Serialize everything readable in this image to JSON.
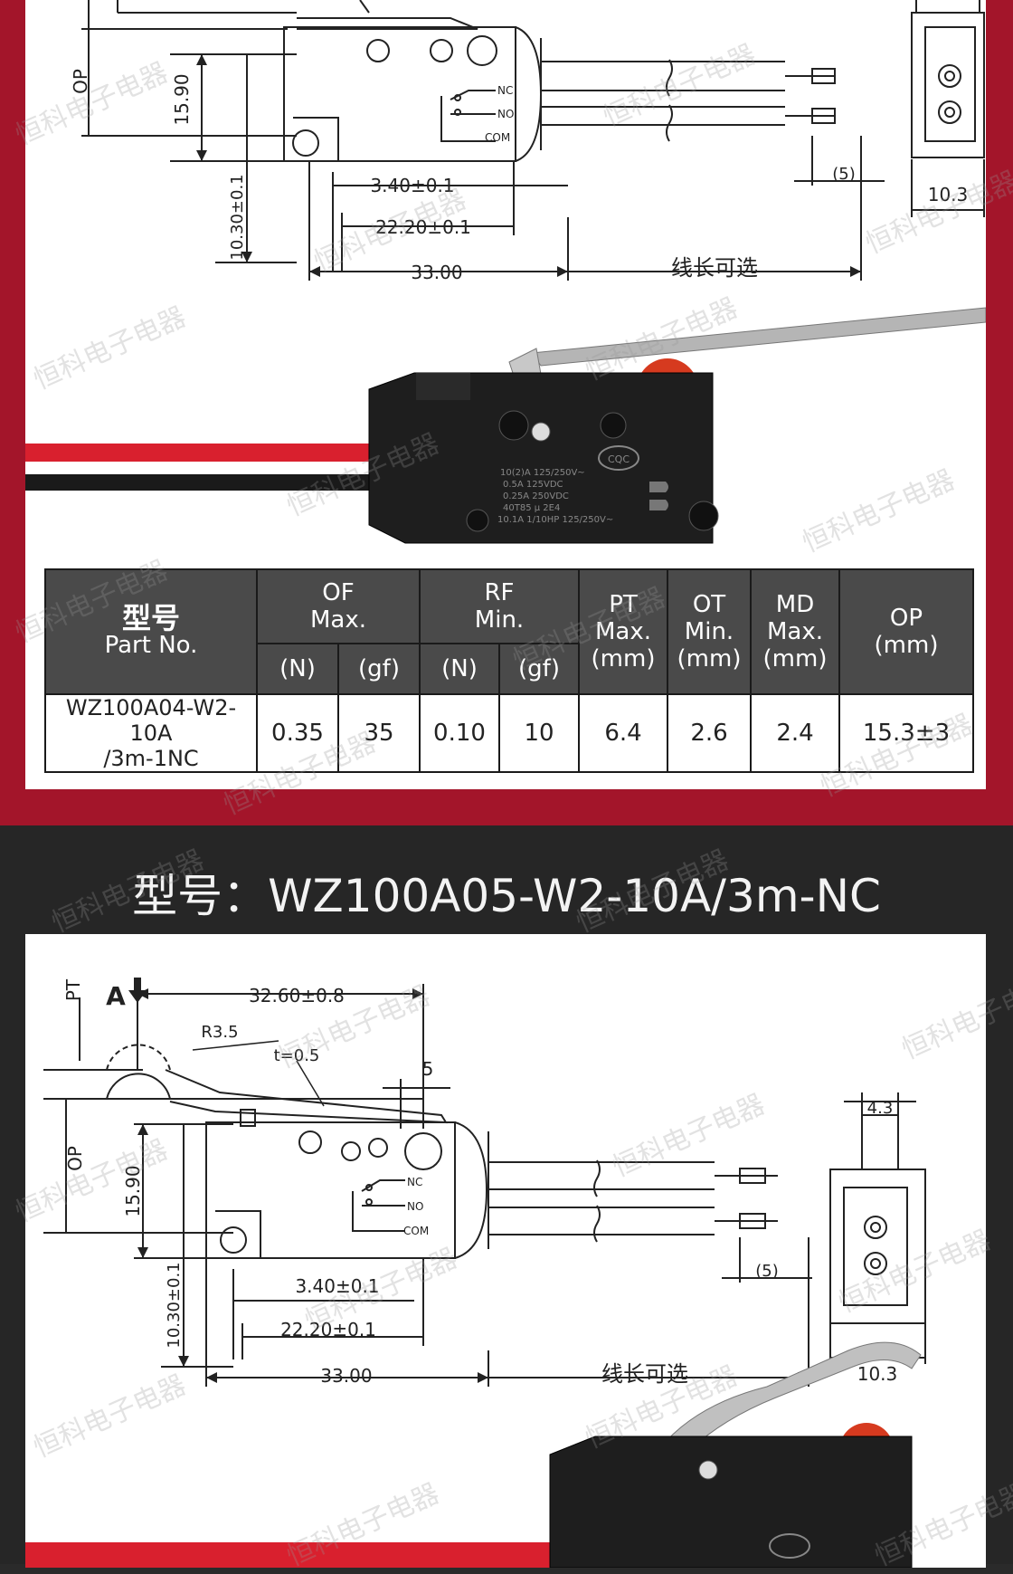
{
  "top_drawing": {
    "labels": {
      "op": "OP",
      "dim_height": "15.90",
      "dim_offset": "10.30±0.1",
      "dim_hole": "3.40±0.1",
      "dim_span": "22.20±0.1",
      "dim_length": "33.00",
      "wire_length": "线长可选",
      "wire_strip": "(5)",
      "side_width": "10.3",
      "term_nc": "NC",
      "term_no": "NO",
      "term_com": "COM"
    }
  },
  "product_markings": {
    "lines": [
      "10(2)A 125/250V~",
      "0.5A 125VDC",
      "0.25A 250VDC",
      "40T85 μ 2E4",
      "10.1A 1/10HP 125/250V~"
    ],
    "cert": "CQC"
  },
  "table": {
    "part_header_zh": "型号",
    "part_header_en": "Part No.",
    "headers": {
      "of": [
        "OF",
        "Max."
      ],
      "rf": [
        "RF",
        "Min."
      ],
      "pt": [
        "PT",
        "Max.",
        "(mm)"
      ],
      "ot": [
        "OT",
        "Min.",
        "(mm)"
      ],
      "md": [
        "MD",
        "Max.",
        "(mm)"
      ],
      "op": [
        "OP",
        "(mm)"
      ]
    },
    "units": {
      "n": "(N)",
      "gf": "(gf)"
    },
    "row": {
      "part": [
        "WZ100A04-W2-10A",
        "/3m-1NC"
      ],
      "of_n": "0.35",
      "of_gf": "35",
      "rf_n": "0.10",
      "rf_gf": "10",
      "pt": "6.4",
      "ot": "2.6",
      "md": "2.4",
      "op": "15.3±3"
    }
  },
  "section2": {
    "title": "型号：WZ100A05-W2-10A/3m-NC",
    "labels": {
      "pt": "PT",
      "a_marker": "A",
      "dim_top": "32.60±0.8",
      "radius": "R3.5",
      "thickness": "t=0.5",
      "dim_small": "5",
      "op": "OP",
      "dim_height": "15.90",
      "dim_offset": "10.30±0.1",
      "dim_hole": "3.40±0.1",
      "dim_span": "22.20±0.1",
      "dim_length": "33.00",
      "wire_length": "线长可选",
      "wire_strip": "(5)",
      "side_top": "4.3",
      "side_width": "10.3",
      "term_nc": "NC",
      "term_no": "NO",
      "term_com": "COM"
    }
  },
  "watermark": "恒科电子电器",
  "colors": {
    "frame_red": "#a3152a",
    "dark_band": "#262626",
    "table_header": "#4a4a4a",
    "actuator_red": "#d63a1f",
    "wire_red": "#d9202e"
  }
}
